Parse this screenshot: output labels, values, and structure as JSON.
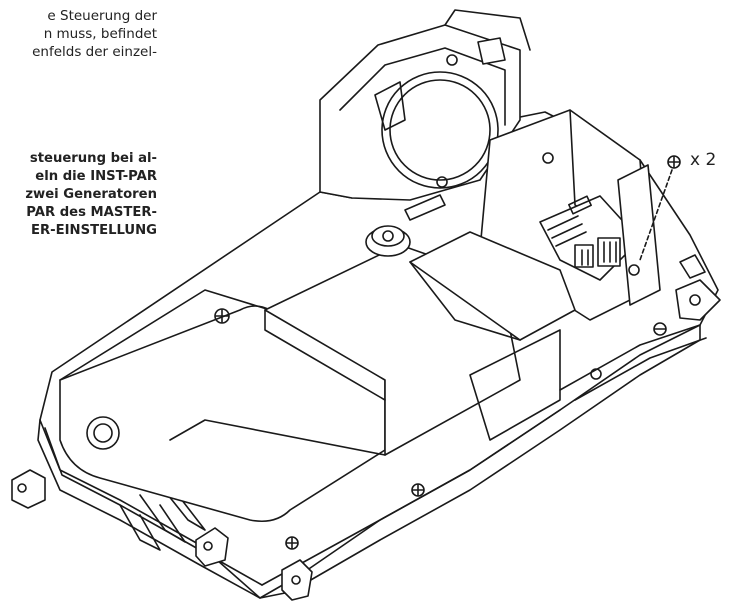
{
  "text": {
    "intro_lines": [
      "e Steuerung der",
      "n muss, befindet",
      "enfelds der einzel-"
    ],
    "bold_lines": [
      "steuerung bei al-",
      "eln die INST-PAR",
      "zwei Generatoren",
      "PAR des MASTER-",
      "ER-EINSTELLUNG"
    ]
  },
  "illustration": {
    "quantity_label": "x 2",
    "screw_icon": "screw-icon",
    "line_color": "#1a1a1a",
    "fill_color": "#ffffff"
  }
}
